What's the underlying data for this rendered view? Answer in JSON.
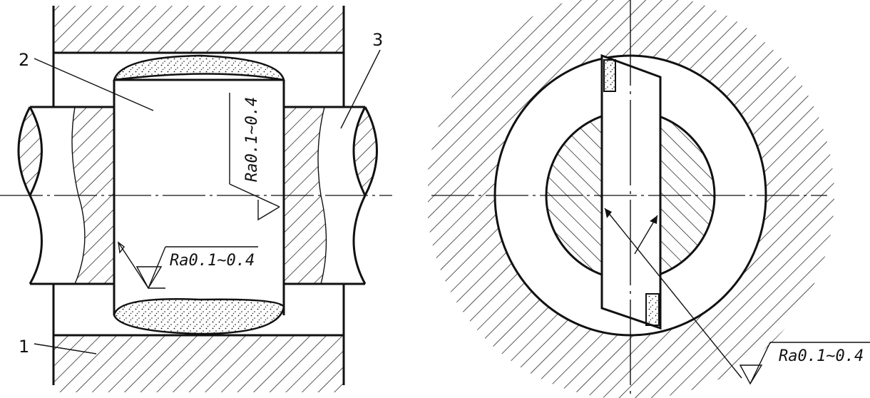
{
  "labels": {
    "part_1": "1",
    "part_2": "2",
    "part_3": "3"
  },
  "roughness": {
    "vertical": "Ra0.1~0.4",
    "lower_left": "Ra0.1~0.4",
    "right_view": "Ra0.1~0.4"
  },
  "colors": {
    "line": "#111111",
    "background": "#ffffff"
  }
}
